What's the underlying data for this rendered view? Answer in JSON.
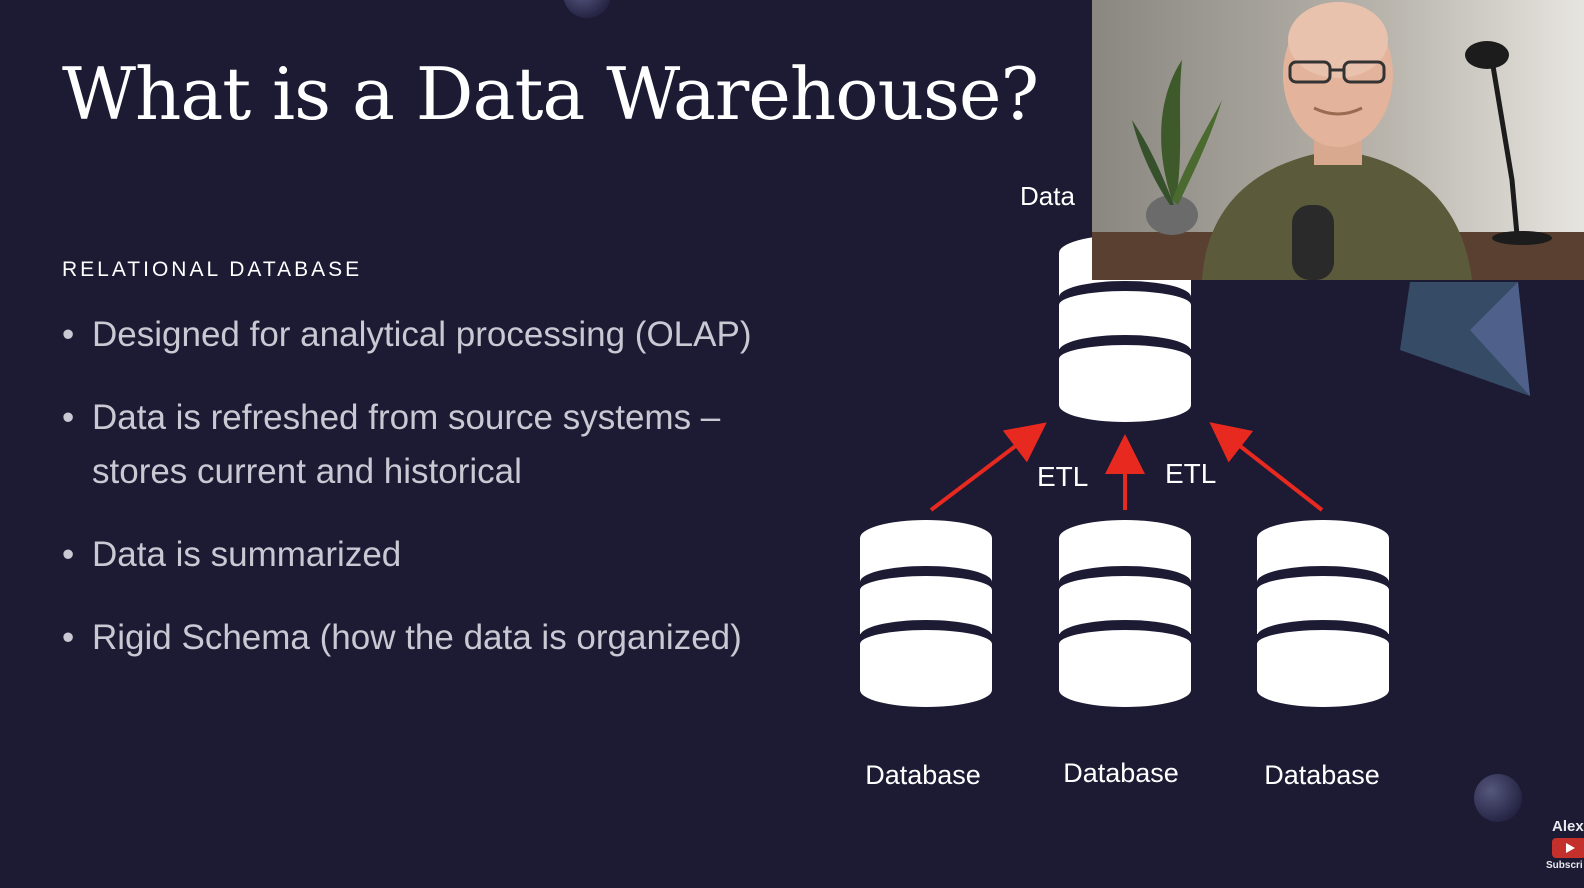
{
  "slide": {
    "title": "What is a Data Warehouse?",
    "section_label": "RELATIONAL DATABASE",
    "bullets": [
      "Designed for analytical processing (OLAP)",
      "Data is refreshed from source systems – stores current and historical",
      "Data is summarized",
      "Rigid Schema (how the data is organized)"
    ],
    "bullet_symbol": "•"
  },
  "diagram": {
    "top_label": "Data",
    "etl_labels": [
      "ETL",
      "ETL"
    ],
    "source_labels": [
      "Database",
      "Database",
      "Database"
    ],
    "arrow_color": "#e8291f",
    "icon": "database-cylinder-icon"
  },
  "overlay": {
    "webcam": "presenter-webcam",
    "channel_name": "Alex",
    "subscribe_label": "Subscri"
  },
  "colors": {
    "background": "#1d1a33",
    "text": "#ffffff",
    "bullet_text": "#c9c8d3"
  }
}
